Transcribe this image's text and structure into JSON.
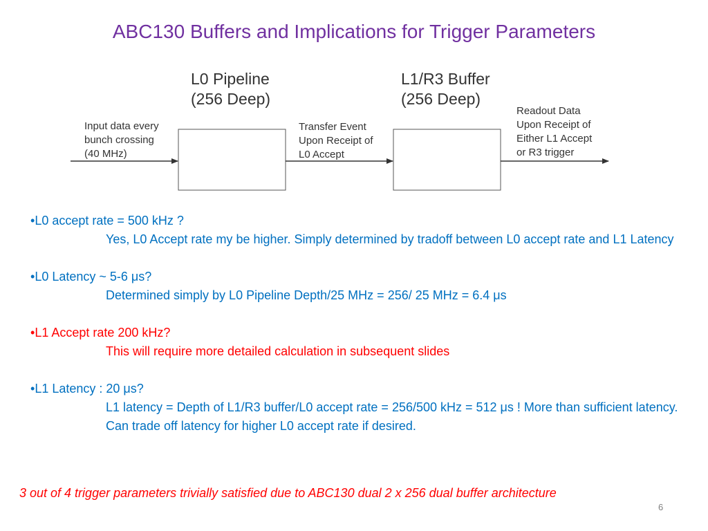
{
  "title": "ABC130 Buffers and Implications for Trigger Parameters",
  "diagram": {
    "box1_title": [
      "L0 Pipeline",
      "(256 Deep)"
    ],
    "box2_title": [
      "L1/R3 Buffer",
      "(256 Deep)"
    ],
    "input_label": [
      "Input data every",
      "bunch crossing",
      "(40 MHz)"
    ],
    "transfer_label": [
      "Transfer Event",
      "Upon Receipt of",
      "L0 Accept"
    ],
    "readout_label": [
      "Readout Data",
      "Upon Receipt of",
      "Either L1 Accept",
      "or R3 trigger"
    ]
  },
  "bullets": [
    {
      "head": "L0 accept rate = 500 kHz ?",
      "sub": "Yes, L0 Accept rate my be higher. Simply determined by tradoff  between L0 accept rate and L1 Latency",
      "color": "#0070c0"
    },
    {
      "head": "L0 Latency ~ 5-6 μs?",
      "sub": "Determined simply by L0 Pipeline Depth/25 MHz = 256/ 25 MHz = 6.4 μs",
      "color": "#0070c0"
    },
    {
      "head": "L1 Accept rate 200 kHz?",
      "sub": "This will require more detailed calculation in subsequent slides",
      "color": "#ff0000"
    },
    {
      "head": "L1 Latency : 20 μs?",
      "sub": "L1 latency = Depth of L1/R3 buffer/L0 accept rate = 256/500 kHz = 512 μs ! More than sufficient latency. Can trade off latency for higher L0 accept rate if desired.",
      "color": "#0070c0"
    }
  ],
  "conclusion": "3 out of 4 trigger parameters trivially satisfied due to ABC130 dual 2 x 256 dual buffer architecture",
  "page_number": "6"
}
